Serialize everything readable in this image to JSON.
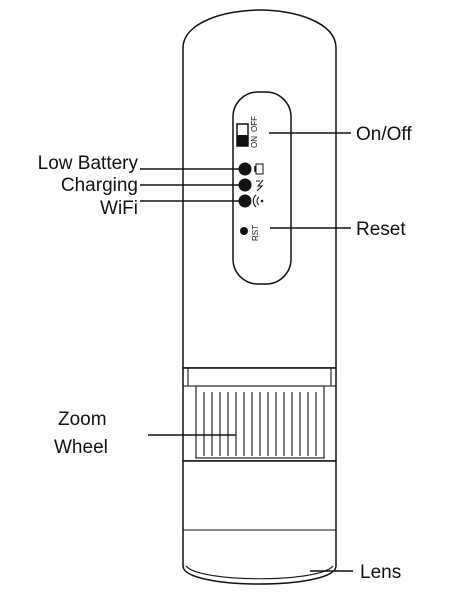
{
  "labels": {
    "on_off": "On/Off",
    "low_battery": "Low Battery",
    "charging": "Charging",
    "wifi": "WiFi",
    "reset": "Reset",
    "zoom_line1": "Zoom",
    "zoom_line2": "Wheel",
    "lens": "Lens"
  },
  "switch_markings": {
    "on": "ON",
    "off": "OFF",
    "reset": "RST"
  },
  "icons": {
    "battery": "battery-icon",
    "charging": "charging-icon",
    "wifi": "wifi-icon",
    "power_switch": "power-switch-icon"
  },
  "colors": {
    "outline": "#111111",
    "background": "#ffffff"
  }
}
